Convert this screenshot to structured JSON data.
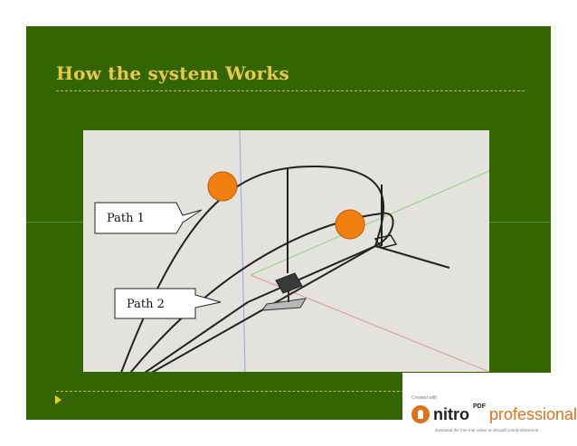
{
  "slide": {
    "title": "How the system Works",
    "background_color": "#336600",
    "title_color": "#e8c84a",
    "bullet_color": "#f2d000"
  },
  "diagram": {
    "callouts": [
      {
        "label": "Path 1"
      },
      {
        "label": "Path 2"
      }
    ],
    "sun_color": "#f07f10",
    "icons": [
      "sun-icon",
      "solar-panel-icon",
      "pole-icon"
    ]
  },
  "watermark": {
    "created_with": "Created with",
    "brand": "nitro",
    "superscript": "PDF",
    "product": "professional",
    "download_text": "download the free trial online at nitropdf.com/professional",
    "accent_color": "#e0701c"
  }
}
